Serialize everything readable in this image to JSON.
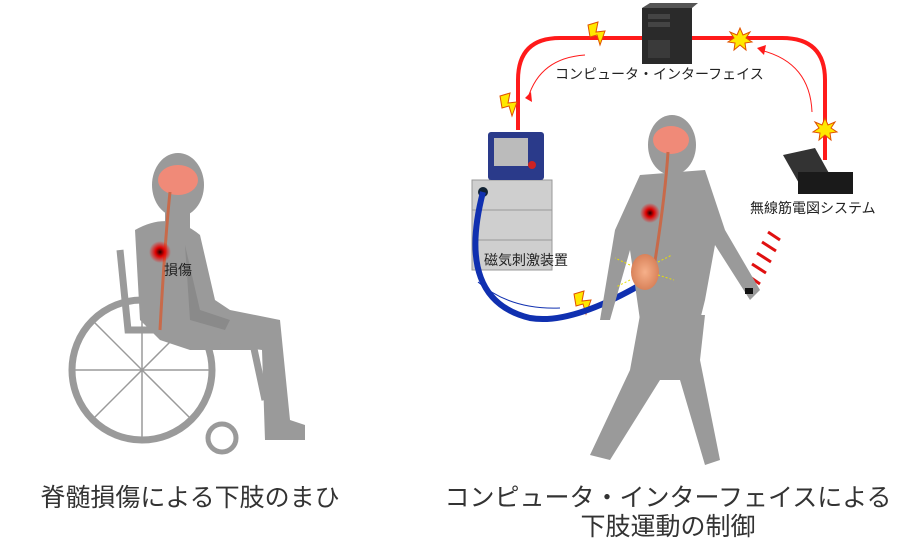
{
  "left_panel": {
    "injury_label": "損傷",
    "caption": "脊髄損傷による下肢のまひ"
  },
  "right_panel": {
    "computer_label": "コンピュータ・インターフェイス",
    "stimulator_label": "磁気刺激装置",
    "emg_label": "無線筋電図システム",
    "caption_line1": "コンピュータ・インターフェイスによる",
    "caption_line2": "下肢運動の制御"
  },
  "colors": {
    "signal_line": "#ff1a1a",
    "cable": "#1030b0",
    "silhouette": "#9a9a9a",
    "brain": "#f08a78",
    "spark": "#ffe800"
  }
}
